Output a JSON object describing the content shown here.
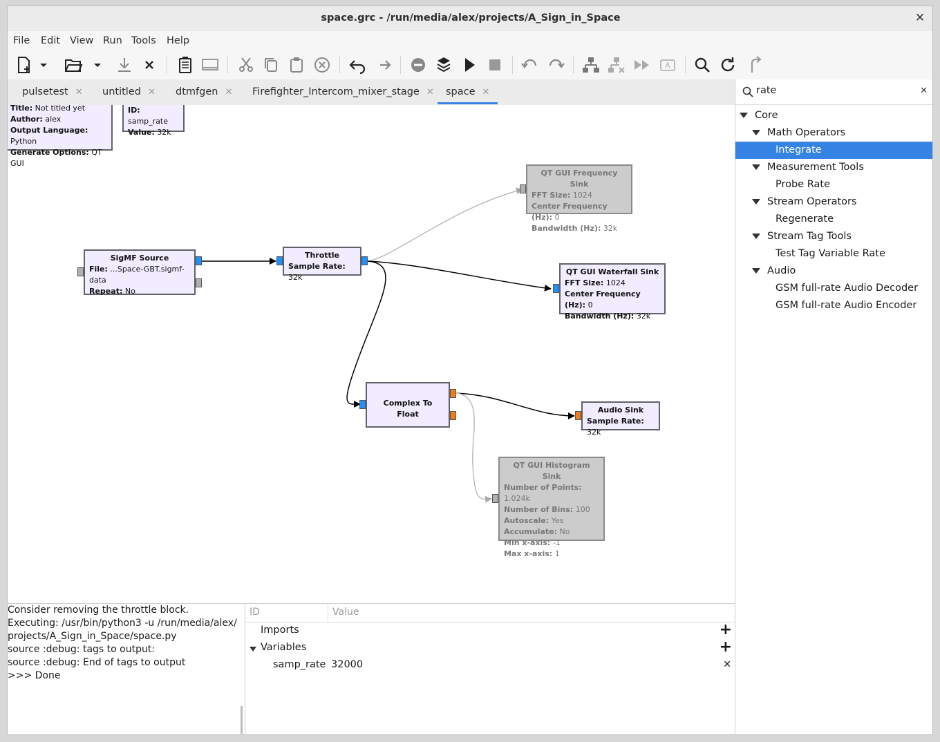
{
  "window": {
    "title": "space.grc - /run/media/alex/projects/A_Sign_in_Space",
    "close_glyph": "✕"
  },
  "menu": [
    "File",
    "Edit",
    "View",
    "Run",
    "Tools",
    "Help"
  ],
  "toolbar_icons": [
    "new-file-icon",
    "dropdown-arrow-icon",
    "open-folder-icon",
    "dropdown-arrow-icon",
    "save-icon",
    "close-icon",
    "print-icon",
    "screenshot-icon",
    "cut-icon",
    "copy-icon",
    "paste-icon",
    "delete-icon",
    "undo-icon",
    "redo-icon",
    "disable-block-icon",
    "bypass-block-icon",
    "execute-icon",
    "stop-icon",
    "rotate-ccw-icon",
    "rotate-cw-icon",
    "create-hier-icon",
    "remove-hier-icon",
    "forward-icon",
    "find-icon",
    "search-icon",
    "reload-icon",
    "refresh-icon"
  ],
  "tabs": [
    {
      "label": "pulsetest"
    },
    {
      "label": "untitled"
    },
    {
      "label": "dtmfgen"
    },
    {
      "label": "Firefighter_Intercom_mixer_stage"
    },
    {
      "label": "space",
      "active": true
    }
  ],
  "tab_close_glyph": "✕",
  "canvas": {
    "options_block": {
      "title_label": "Title:",
      "title_value": "Not titled yet",
      "author_label": "Author:",
      "author_value": "alex",
      "lang_label": "Output Language:",
      "lang_value": "Python",
      "gen_label": "Generate Options:",
      "gen_value": "QT GUI"
    },
    "variable_block": {
      "id_label": "ID:",
      "id_value": "samp_rate",
      "value_label": "Value:",
      "value_value": "32k"
    },
    "sigmf": {
      "title": "SigMF Source",
      "file_label": "File:",
      "file_value": "...Space-GBT.sigmf-data",
      "repeat_label": "Repeat:",
      "repeat_value": "No"
    },
    "throttle": {
      "title": "Throttle",
      "rate_label": "Sample Rate:",
      "rate_value": "32k"
    },
    "freq_sink": {
      "title": "QT GUI Frequency Sink",
      "fft_label": "FFT Size:",
      "fft_value": "1024",
      "cf_label": "Center Frequency (Hz):",
      "cf_value": "0",
      "bw_label": "Bandwidth (Hz):",
      "bw_value": "32k"
    },
    "waterfall": {
      "title": "QT GUI Waterfall Sink",
      "fft_label": "FFT Size:",
      "fft_value": "1024",
      "cf_label": "Center Frequency (Hz):",
      "cf_value": "0",
      "bw_label": "Bandwidth (Hz):",
      "bw_value": "32k"
    },
    "c2f": {
      "title": "Complex To Float"
    },
    "audio_sink": {
      "title": "Audio Sink",
      "rate_label": "Sample Rate:",
      "rate_value": "32k"
    },
    "histogram": {
      "title": "QT GUI Histogram Sink",
      "np_label": "Number of Points:",
      "np_value": "1.024k",
      "nb_label": "Number of Bins:",
      "nb_value": "100",
      "as_label": "Autoscale:",
      "as_value": "Yes",
      "acc_label": "Accumulate:",
      "acc_value": "No",
      "min_label": "Min x-axis:",
      "min_value": "-1",
      "max_label": "Max x-axis:",
      "max_value": "1"
    }
  },
  "console": [
    "Consider removing the throttle block.",
    "",
    "Executing: /usr/bin/python3 -u /run/media/alex/",
    "projects/A_Sign_in_Space/space.py",
    "",
    "source :debug: tags to output:",
    "source :debug: End of tags to output",
    "",
    ">>> Done"
  ],
  "variables": {
    "col_id": "ID",
    "col_value": "Value",
    "imports_label": "Imports",
    "variables_label": "Variables",
    "row": {
      "id": "samp_rate",
      "value": "32000"
    },
    "add_glyph": "+",
    "remove_glyph": "✕"
  },
  "search": {
    "value": "rate",
    "clear_glyph": "✕"
  },
  "tree": {
    "core": "Core",
    "math": "Math Operators",
    "integrate": "Integrate",
    "measure": "Measurement Tools",
    "probe": "Probe Rate",
    "stream_ops": "Stream Operators",
    "regenerate": "Regenerate",
    "tag_tools": "Stream Tag Tools",
    "tag_var": "Test Tag Variable Rate",
    "audio": "Audio",
    "gsm_dec": "GSM full-rate Audio Decoder",
    "gsm_enc": "GSM full-rate Audio Encoder"
  }
}
